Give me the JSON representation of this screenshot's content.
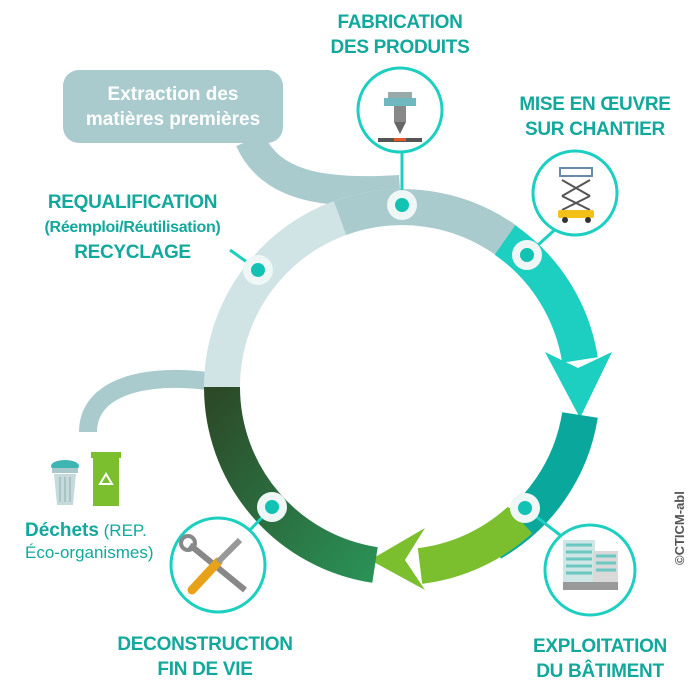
{
  "stages": {
    "extraction": {
      "line1": "Extraction des",
      "line2": "matières premières"
    },
    "fabrication": {
      "line1": "FABRICATION",
      "line2": "DES PRODUITS"
    },
    "mise_en_oeuvre": {
      "line1": "MISE EN ŒUVRE",
      "line2": "SUR CHANTIER"
    },
    "exploitation": {
      "line1": "EXPLOITATION",
      "line2": "DU BÂTIMENT"
    },
    "deconstruction": {
      "line1": "DECONSTRUCTION",
      "line2": "FIN DE VIE"
    },
    "requalification": {
      "line1": "REQUALIFICATION",
      "line2": "(Réemploi/Réutilisation)",
      "line3": "RECYCLAGE"
    }
  },
  "dechets": {
    "bold": "Déchets",
    "rest1": " (REP.",
    "rest2": "Éco-organismes)"
  },
  "copyright": "©CTICM-abl",
  "colors": {
    "label": "#12a89c",
    "ring_light": "#d0e3e5",
    "ring_pale": "#a9cbce",
    "ring_turquoise": "#1ccfc0",
    "ring_teal": "#0aa89c",
    "ring_lime": "#7bbf2e",
    "ring_dark_green": "#2c4f2a",
    "ring_green": "#2a8a50"
  },
  "icons": [
    "cnc-machine-icon",
    "scissor-lift-icon",
    "office-building-icon",
    "wrench-tools-icon",
    "trash-bin-icon",
    "recycling-bin-icon"
  ]
}
